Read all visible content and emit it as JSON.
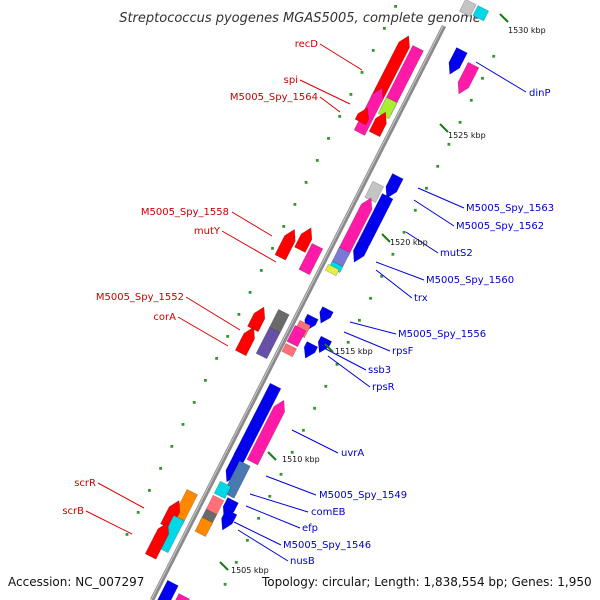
{
  "title": "Streptococcus pyogenes MGAS5005, complete genome",
  "footer": {
    "accession": "Accession: NC_007297",
    "summary": "Topology: circular; Length: 1,838,554 bp; Genes: 1,950"
  },
  "ticks": [
    {
      "label": "1530 kbp"
    },
    {
      "label": "1525 kbp"
    },
    {
      "label": "1520 kbp"
    },
    {
      "label": "1515 kbp"
    },
    {
      "label": "1510 kbp"
    },
    {
      "label": "1505 kbp"
    }
  ],
  "labels_left": [
    {
      "text": "recD"
    },
    {
      "text": "spi"
    },
    {
      "text": "M5005_Spy_1564"
    },
    {
      "text": "M5005_Spy_1558"
    },
    {
      "text": "mutY"
    },
    {
      "text": "M5005_Spy_1552"
    },
    {
      "text": "corA"
    },
    {
      "text": "scrR"
    },
    {
      "text": "scrB"
    }
  ],
  "labels_right": [
    {
      "text": "dinP"
    },
    {
      "text": "M5005_Spy_1563"
    },
    {
      "text": "M5005_Spy_1562"
    },
    {
      "text": "mutS2"
    },
    {
      "text": "M5005_Spy_1560"
    },
    {
      "text": "trx"
    },
    {
      "text": "M5005_Spy_1556"
    },
    {
      "text": "rpsF"
    },
    {
      "text": "ssb3"
    },
    {
      "text": "rpsR"
    },
    {
      "text": "uvrA"
    },
    {
      "text": "M5005_Spy_1549"
    },
    {
      "text": "comEB"
    },
    {
      "text": "efp"
    },
    {
      "text": "M5005_Spy_1546"
    },
    {
      "text": "nusB"
    }
  ],
  "colors": {
    "backbone": "#8a8a8a",
    "forward_label": "#cc0000",
    "reverse_label": "#0000cc",
    "tick_major": "#1a7a1a",
    "tick_minor": "#2e9a2e"
  }
}
